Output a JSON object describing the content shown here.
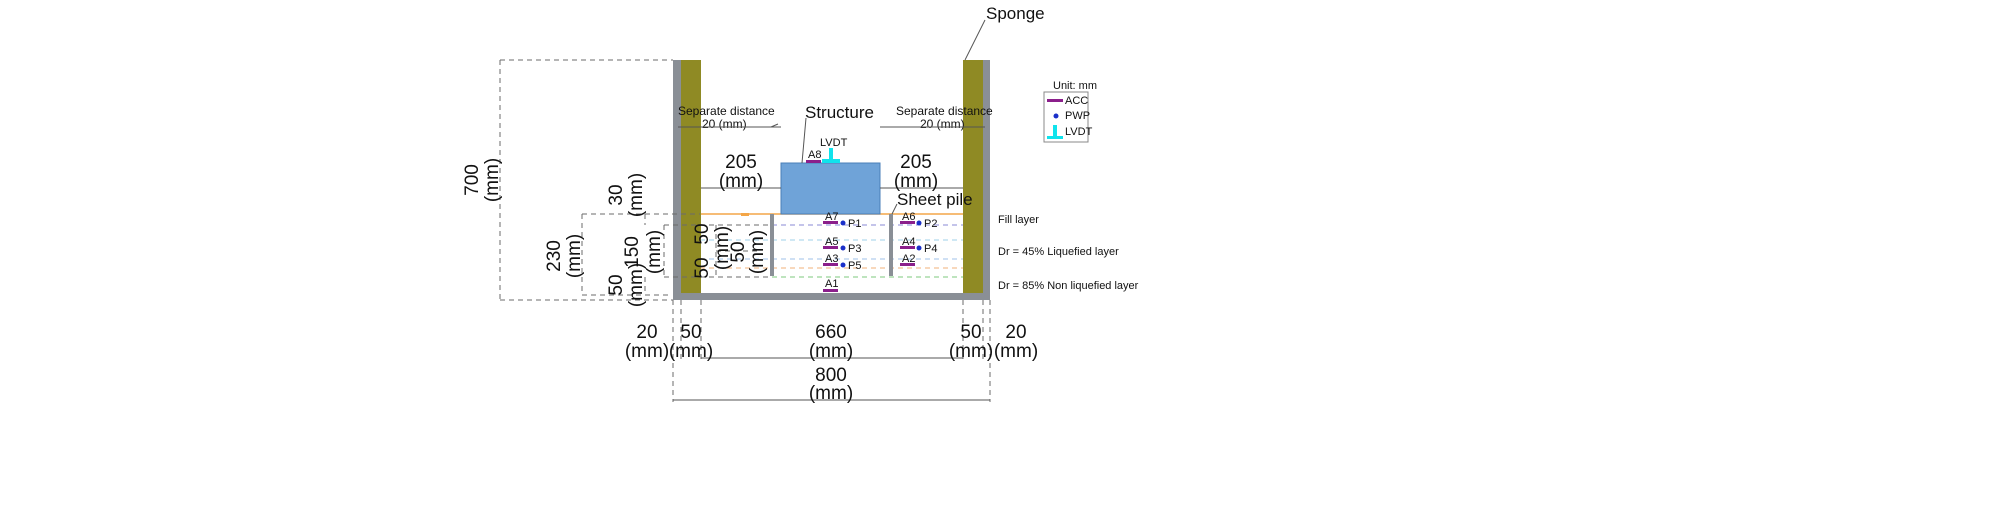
{
  "colors": {
    "wall": "#8a8f96",
    "sponge": "#8f8a24",
    "structure": "#6fa3d8",
    "acc": "#8b1f8b",
    "pwp": "#1a2fc9",
    "lvdt": "#10e3ec",
    "fill_line": "#f4a648",
    "liquefied_line": "#8a8ad6",
    "nonliquefied_line": "#7ec97e"
  },
  "labels": {
    "sponge": "Sponge",
    "structure": "Structure",
    "sheet_pile": "Sheet pile",
    "separate_left": "Separate distance",
    "separate_left_value": "20 (mm)",
    "separate_right": "Separate distance",
    "separate_right_value": "20 (mm)",
    "fill_layer": "Fill layer",
    "liquefied_layer": "Dr = 45% Liquefied layer",
    "nonliquefied_layer": "Dr = 85% Non liquefied layer"
  },
  "legend": {
    "unit": "Unit: mm",
    "items": [
      {
        "icon": "acc-icon",
        "label": "ACC"
      },
      {
        "icon": "pwp-icon",
        "label": "PWP"
      },
      {
        "icon": "lvdt-icon",
        "label": "LVDT"
      }
    ]
  },
  "dimensions": {
    "unit": "(mm)",
    "height_total": "700",
    "height_30": "30",
    "height_230": "230",
    "height_150": "150",
    "height_50_bottom": "50",
    "height_50_upper": "50",
    "height_50_lower": "50",
    "height_50_sheet": "50",
    "width_205_left": "205",
    "width_205_right": "205",
    "width_20_left": "20",
    "width_50_left": "50",
    "width_660": "660",
    "width_50_right": "50",
    "width_20_right": "20",
    "width_800": "800"
  },
  "sensors": {
    "lvdt": "LVDT",
    "accelerometers": [
      "A1",
      "A2",
      "A3",
      "A4",
      "A5",
      "A6",
      "A7",
      "A8"
    ],
    "pore_pressure": [
      "P1",
      "P2",
      "P3",
      "P4",
      "P5"
    ]
  }
}
